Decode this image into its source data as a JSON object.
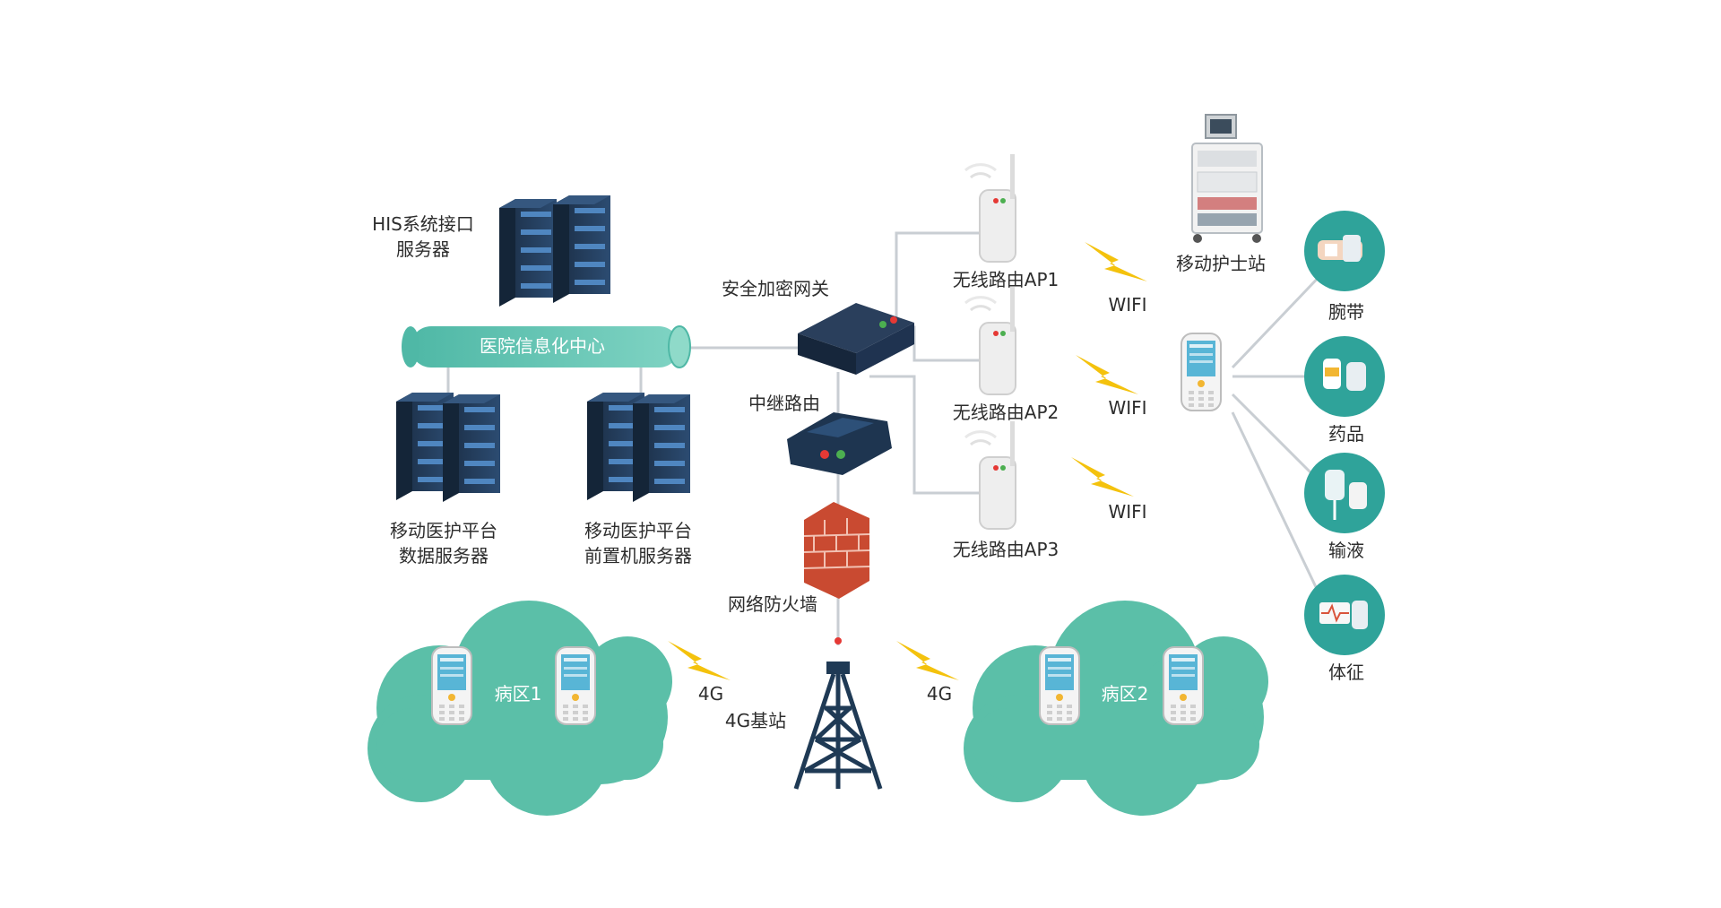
{
  "labels": {
    "his_server": [
      "HIS系统接口",
      "服务器"
    ],
    "info_center": "医院信息化中心",
    "data_server": [
      "移动医护平台",
      "数据服务器"
    ],
    "front_server": [
      "移动医护平台",
      "前置机服务器"
    ],
    "gateway": "安全加密网关",
    "relay_router": "中继路由",
    "firewall": "网络防火墙",
    "base_station": "4G基站",
    "ap1": "无线路由AP1",
    "ap2": "无线路由AP2",
    "ap3": "无线路由AP3",
    "wifi": "WIFI",
    "nurse_station": "移动护士站",
    "wristband": "腕带",
    "medicine": "药品",
    "infusion": "输液",
    "vitals": "体征",
    "ward1": "病区1",
    "ward2": "病区2",
    "link_4g": "4G"
  },
  "colors": {
    "teal": "#5bbfa8",
    "teal_dark": "#2f9f98",
    "navy": "#1d2f45",
    "server_blue": "#2a4d7a",
    "lightning": "#f4c20d",
    "line": "#c9ced3",
    "brick": "#d9533a"
  }
}
